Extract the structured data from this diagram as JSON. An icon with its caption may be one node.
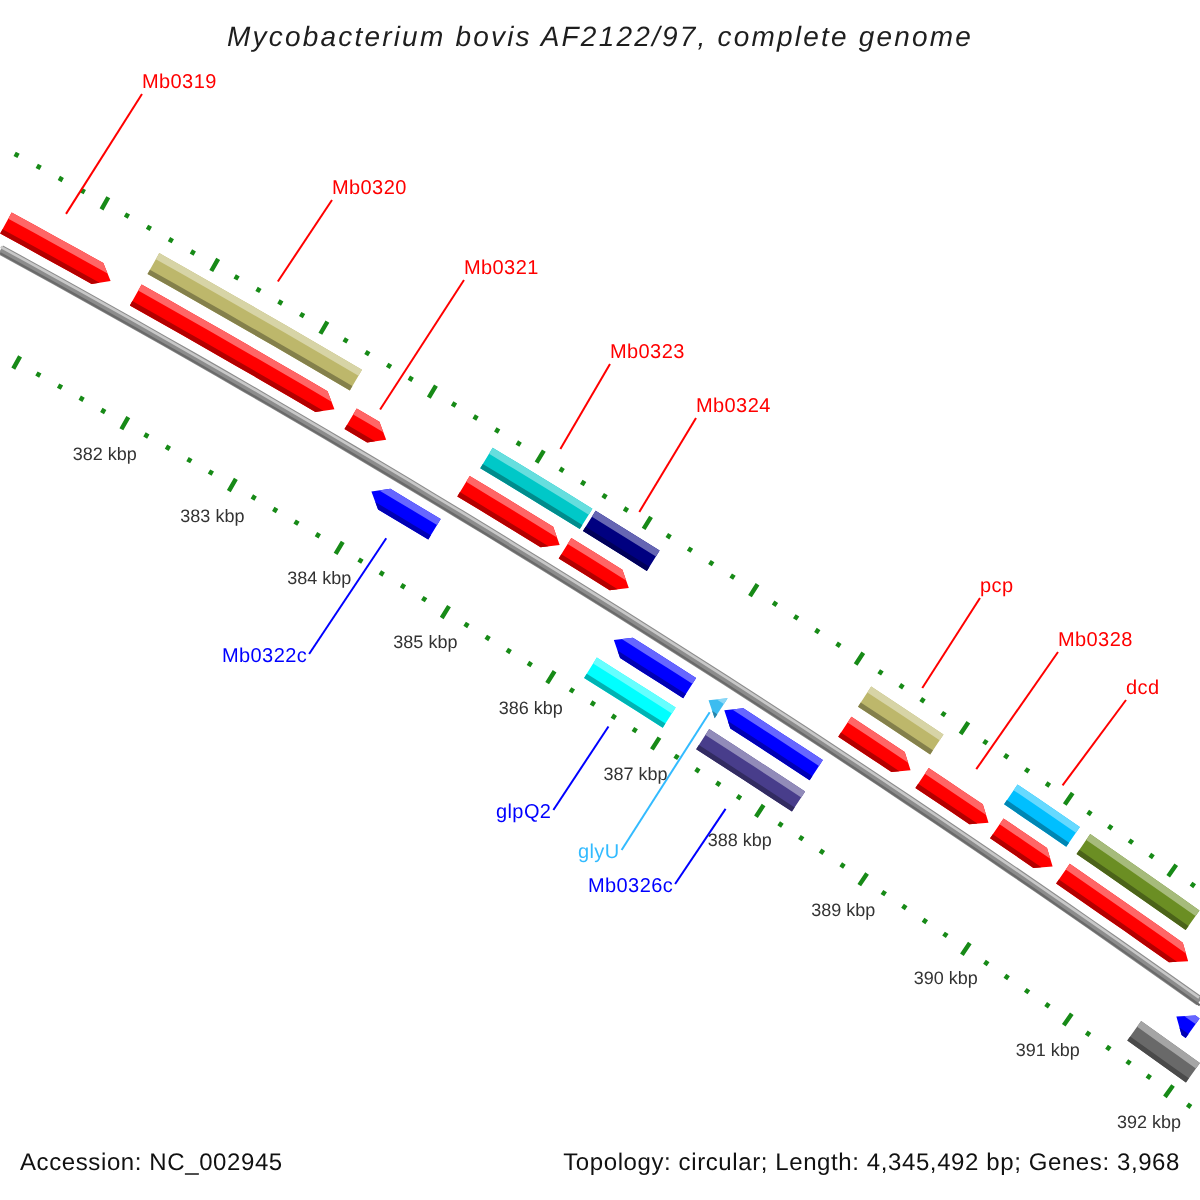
{
  "diagram": {
    "title": "Mycobacterium bovis AF2122/97, complete genome",
    "nodes": [
      {
        "text": [
          "Mb0319"
        ]
      },
      {
        "text": [
          "Mb0320"
        ]
      },
      {
        "text": [
          "Mb0321"
        ]
      },
      {
        "text": [
          "Mb0323"
        ]
      },
      {
        "text": [
          "Mb0324"
        ]
      },
      {
        "text": [
          "pcp"
        ]
      },
      {
        "text": [
          "Mb0328"
        ]
      },
      {
        "text": [
          "Mb0322c"
        ]
      },
      {
        "text": [
          "dcd"
        ]
      },
      {
        "text": [
          "glpQ2"
        ]
      },
      {
        "text": [
          "glyU"
        ]
      },
      {
        "text": [
          "Mb0326c"
        ]
      },
      {
        "text": [],
        "shape": "bar"
      },
      {
        "text": [],
        "shape": "bar"
      },
      {
        "text": [],
        "shape": "bar"
      },
      {
        "text": [],
        "shape": "bar"
      },
      {
        "text": [],
        "shape": "bar"
      },
      {
        "text": [],
        "shape": "bar"
      },
      {
        "text": [],
        "shape": "bar"
      },
      {
        "text": [],
        "shape": "bar"
      },
      {
        "text": [],
        "shape": "bar"
      },
      {
        "text": [],
        "shape": "bar"
      },
      {
        "text": [],
        "shape": "bar"
      },
      {
        "text": [],
        "shape": "bar"
      },
      {
        "text": [],
        "shape": "bar"
      },
      {
        "text": [],
        "shape": "bar"
      },
      {
        "text": [],
        "shape": "bar"
      },
      {
        "text": [],
        "shape": "bar"
      },
      {
        "text": [],
        "shape": "bar"
      },
      {
        "text": [],
        "shape": "bar"
      },
      {
        "text": [],
        "shape": "bar"
      },
      {
        "text": [],
        "shape": "bar"
      },
      {
        "text": [],
        "shape": "bar"
      },
      {
        "text": [],
        "shape": "bar"
      },
      {
        "text": [],
        "shape": "bar"
      }
    ],
    "edges": [
      {
        "from": 0,
        "to": 12,
        "arrow": "none"
      },
      {
        "from": 1,
        "to": 13,
        "arrow": "none"
      },
      {
        "from": 2,
        "to": 15,
        "arrow": "none"
      },
      {
        "from": 3,
        "to": 17,
        "arrow": "none"
      },
      {
        "from": 4,
        "to": 19,
        "arrow": "none"
      },
      {
        "from": 5,
        "to": 26,
        "arrow": "none"
      },
      {
        "from": 6,
        "to": 28,
        "arrow": "none"
      },
      {
        "from": 7,
        "to": 16,
        "arrow": "none",
        "color": "#0000ff"
      },
      {
        "from": 8,
        "to": 29,
        "arrow": "none"
      },
      {
        "from": 9,
        "to": 22,
        "arrow": "none",
        "color": "#0000ff"
      },
      {
        "from": 10,
        "to": 23,
        "arrow": "none",
        "color": "#33bbff"
      },
      {
        "from": 11,
        "to": 25,
        "arrow": "none",
        "color": "#0000ff"
      }
    ],
    "labels": [
      "382 kbp",
      "383 kbp",
      "384 kbp",
      "385 kbp",
      "386 kbp",
      "387 kbp",
      "388 kbp",
      "389 kbp",
      "390 kbp",
      "391 kbp",
      "392 kbp",
      "Accession: NC_002945",
      "Topology: circular; Length: 4,345,492 bp; Genes: 3,968"
    ]
  }
}
